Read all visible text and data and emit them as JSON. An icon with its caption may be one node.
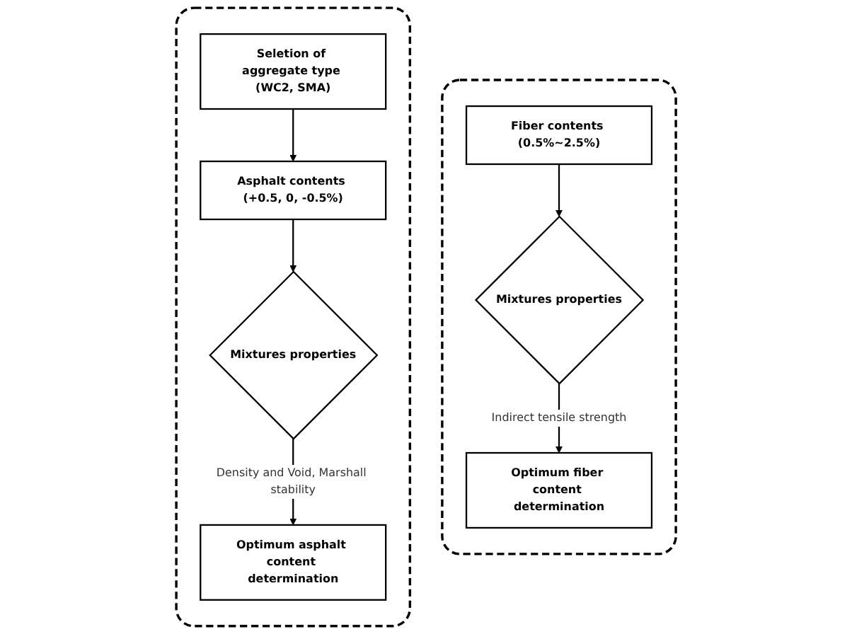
{
  "diagram": {
    "nodes": [
      {
        "text": [],
        "shape": "box"
      },
      {
        "text": [
          "Seletion of aggregate type (WC2, SMA)"
        ],
        "in": 0
      },
      {
        "text": [
          "Asphalt contents (+0.5, 0, -0.5%)"
        ],
        "in": 0
      },
      {
        "text": [
          "Mixtures properties"
        ],
        "in": 0
      },
      {
        "text": [
          "Optimum asphalt content determination"
        ],
        "in": 0
      },
      {
        "text": [],
        "shape": "box"
      },
      {
        "text": [
          "Fiber contents (0.5%~2.5%)"
        ],
        "in": 5
      },
      {
        "text": [
          "Mixtures properties"
        ],
        "in": 5
      },
      {
        "text": [
          "Optimum fiber content determination"
        ],
        "in": 5
      }
    ],
    "edges": [
      {
        "from": 1,
        "to": 2,
        "arrow": "to"
      },
      {
        "from": 2,
        "to": 3,
        "arrow": "to"
      },
      {
        "from": 3,
        "to": 4,
        "arrow": "to",
        "label": "Density and Void, Marshall stability"
      },
      {
        "from": 6,
        "to": 7,
        "arrow": "to"
      },
      {
        "from": 7,
        "to": 8,
        "arrow": "to",
        "label": "Indirect tensile strength"
      }
    ]
  }
}
